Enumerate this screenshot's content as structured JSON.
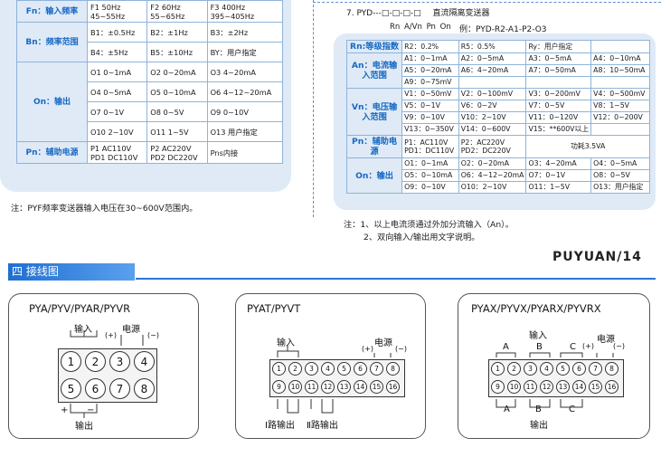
{
  "left_table": {
    "rows": [
      {
        "head": "Fn：输入频率",
        "cells": [
          "F1 50Hz\n45~55Hz",
          "F2 60Hz\n55~65Hz",
          "F3 400Hz\n395~405Hz"
        ]
      },
      {
        "head": "Bn：频率范围",
        "cells": [
          "B1：±0.5Hz",
          "B2：±1Hz",
          "B3：±2Hz"
        ]
      },
      {
        "head": "",
        "cells": [
          "B4：±5Hz",
          "B5：±10Hz",
          "BY：用户指定"
        ]
      },
      {
        "head": "On：输出",
        "cells": [
          "O1 0~1mA",
          "O2 0~20mA",
          "O3 4~20mA"
        ]
      },
      {
        "head": "",
        "cells": [
          "O4 0~5mA",
          "O5 0~10mA",
          "O6 4~12~20mA"
        ]
      },
      {
        "head": "",
        "cells": [
          "O7 0~1V",
          "O8 0~5V",
          "O9 0~10V"
        ]
      },
      {
        "head": "",
        "cells": [
          "O10 2~10V",
          "O11 1~5V",
          "O13 用户指定"
        ]
      },
      {
        "head": "Pn：辅助电源",
        "cells": [
          "P1 AC110V\nPD1 DC110V",
          "P2 AC220V\nPD2 DC220V",
          "Pns内接"
        ]
      }
    ],
    "note": "注：PYF频率变送器输入电压在30~600V范围内。"
  },
  "right": {
    "model_code": "7. PYD---□-□-□-□",
    "model_desc": "直流隔离变送器",
    "code_labels": "Rn A/Vn Pn On",
    "example": "例：PYD-R2-A1-P2-O3",
    "rows": [
      {
        "head": "Rn:等级指数",
        "cells": [
          "R2：0.2%",
          "R5：0.5%",
          "Ry：用户指定",
          ""
        ]
      },
      {
        "head": "An：电流输入范围",
        "cells": [
          "A1：0~1mA",
          "A2：0~5mA",
          "A3：0~5mA",
          "A4：0~10mA"
        ]
      },
      {
        "head": "",
        "cells": [
          "A5：0~20mA",
          "A6：4~20mA",
          "A7：0~50mA",
          "A8：10~50mA"
        ]
      },
      {
        "head": "",
        "cells": [
          "A9：0~75mV",
          "",
          "",
          ""
        ]
      },
      {
        "head": "Vn：电压输入范围",
        "cells": [
          "V1：0~50mV",
          "V2：0~100mV",
          "V3：0~200mV",
          "V4：0~500mV"
        ]
      },
      {
        "head": "",
        "cells": [
          "V5：0~1V",
          "V6：0~2V",
          "V7：0~5V",
          "V8：1~5V"
        ]
      },
      {
        "head": "",
        "cells": [
          "V9：0~10V",
          "V10：2~10V",
          "V11：0~120V",
          "V12：0~200V"
        ]
      },
      {
        "head": "",
        "cells": [
          "V13：0~350V",
          "V14：0~600V",
          "V15：**600V以上",
          ""
        ]
      },
      {
        "head": "Pn：辅助电源",
        "cells": [
          "P1：AC110V\nPD1：DC110V",
          "P2：AC220V\nPD2：DC220V",
          "功耗3.5VA",
          ""
        ]
      },
      {
        "head": "On：输出",
        "cells": [
          "O1：0~1mA",
          "O2：0~20mA",
          "O3：4~20mA",
          "O4：0~5mA"
        ]
      },
      {
        "head": "",
        "cells": [
          "O5：0~10mA",
          "O6：4~12~20mA",
          "O7：0~1V",
          "O8：0~5V"
        ]
      },
      {
        "head": "",
        "cells": [
          "O9：0~10V",
          "O10：2~10V",
          "O11：1~5V",
          "O13：用户指定"
        ]
      }
    ],
    "note1": "注：1、以上电流须通过外加分流输入（An）。",
    "note2": "2、双向输入/输出用文字说明。"
  },
  "brand": "PUYUAN/14",
  "section_title": "四 接线图",
  "diagrams": {
    "d1": {
      "title": "PYA/PYV/PYAR/PYVR",
      "input": "输入",
      "power": "电源",
      "plus": "(+)",
      "minus": "(−)",
      "out_plus": "+",
      "out_minus": "−",
      "output": "输出",
      "terms": [
        "1",
        "2",
        "3",
        "4",
        "5",
        "6",
        "7",
        "8"
      ]
    },
    "d2": {
      "title": "PYAT/PYVT",
      "input": "输入",
      "power": "电源",
      "plus": "(+)",
      "minus": "(−)",
      "out1": "Ⅰ路输出",
      "out2": "Ⅱ路输出",
      "terms": [
        "1",
        "2",
        "3",
        "4",
        "5",
        "6",
        "7",
        "8",
        "9",
        "10",
        "11",
        "12",
        "13",
        "14",
        "15",
        "16"
      ]
    },
    "d3": {
      "title": "PYAX/PYVX/PYARX/PYVRX",
      "input": "输入",
      "power": "电源",
      "plus": "(+)",
      "minus": "(−)",
      "a": "A",
      "b": "B",
      "c": "C",
      "output": "输出",
      "terms": [
        "1",
        "2",
        "3",
        "4",
        "5",
        "6",
        "7",
        "8",
        "9",
        "10",
        "11",
        "12",
        "13",
        "14",
        "15",
        "16"
      ]
    }
  }
}
